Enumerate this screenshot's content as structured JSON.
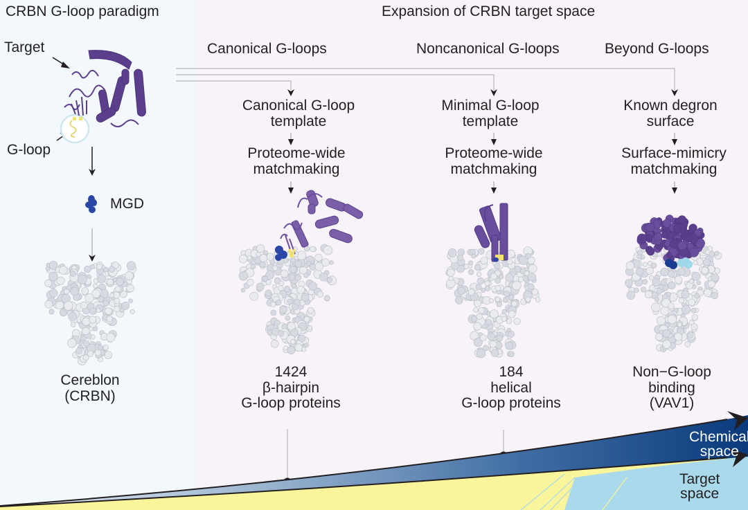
{
  "left_panel": {
    "title": "CRBN G-loop paradigm",
    "target_label": "Target",
    "gloop_label": "G-loop",
    "mgd_label": "MGD",
    "cereblon_line1": "Cereblon",
    "cereblon_line2": "(CRBN)"
  },
  "right_panel": {
    "title": "Expansion of CRBN target space",
    "columns": [
      {
        "heading": "Canonical G-loops",
        "step1_line1": "Canonical G-loop",
        "step1_line2": "template",
        "step2_line1": "Proteome-wide",
        "step2_line2": "matchmaking",
        "result_line1": "1424",
        "result_line2": "β-hairpin",
        "result_line3": "G-loop proteins"
      },
      {
        "heading": "Noncanonical G-loops",
        "step1_line1": "Minimal G-loop",
        "step1_line2": "template",
        "step2_line1": "Proteome-wide",
        "step2_line2": "matchmaking",
        "result_line1": "184",
        "result_line2": "helical",
        "result_line3": "G-loop proteins"
      },
      {
        "heading": "Beyond G-loops",
        "step1_line1": "Known degron",
        "step1_line2": "surface",
        "step2_line1": "Surface-mimicry",
        "step2_line2": "matchmaking",
        "result_line1": "Non−G-loop",
        "result_line2": "binding",
        "result_line3": "(VAV1)"
      }
    ]
  },
  "wedge": {
    "chemical_line1": "Chemical",
    "chemical_line2": "space",
    "target_line1": "Target",
    "target_line2": "space"
  },
  "colors": {
    "protein_purple": "#5b3f8c",
    "mgd_blue": "#2a47a6",
    "gloop_yellow": "#f3e36a",
    "chemical_dark": "#0c3d7e",
    "target_light": "#a9d9ea",
    "yellow_base": "#faf59a"
  }
}
